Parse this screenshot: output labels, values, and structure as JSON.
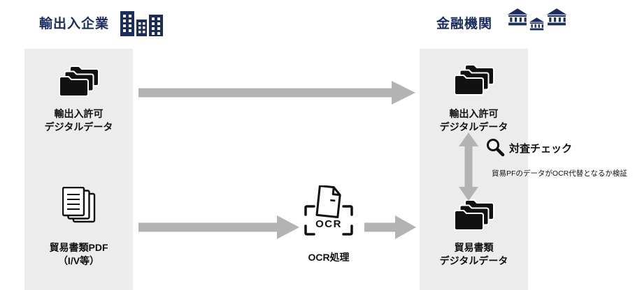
{
  "colors": {
    "navy": "#1b2d5e",
    "panel_gray": "#ececec",
    "arrow_gray": "#b3b3b3",
    "icon_black": "#111111"
  },
  "header": {
    "left": {
      "title": "輸出入企業",
      "icon": "office-buildings-icon"
    },
    "right": {
      "title": "金融機関",
      "icon": "bank-buildings-icon"
    }
  },
  "left_panel": {
    "top_item": {
      "icon": "folder-stack-icon",
      "label_line1": "輸出入許可",
      "label_line2": "デジタルデータ"
    },
    "bottom_item": {
      "icon": "document-stack-icon",
      "label_line1": "貿易書類PDF",
      "label_line2": "（I/V等）"
    }
  },
  "right_panel": {
    "top_item": {
      "icon": "folder-stack-icon",
      "label_line1": "輸出入許可",
      "label_line2": "デジタルデータ"
    },
    "bottom_item": {
      "icon": "folder-stack-icon",
      "label_line1": "貿易書類",
      "label_line2": "デジタルデータ"
    }
  },
  "ocr": {
    "icon": "ocr-scan-icon",
    "icon_label": "OCR",
    "caption": "OCR処理"
  },
  "check": {
    "icon": "magnifier-icon",
    "title": "対査チェック",
    "note": "貿易PFのデータがOCR代替となるか検証"
  },
  "arrows": [
    "permit-data-flow",
    "pdf-to-ocr-flow",
    "ocr-to-data-flow",
    "compare-vertical"
  ]
}
